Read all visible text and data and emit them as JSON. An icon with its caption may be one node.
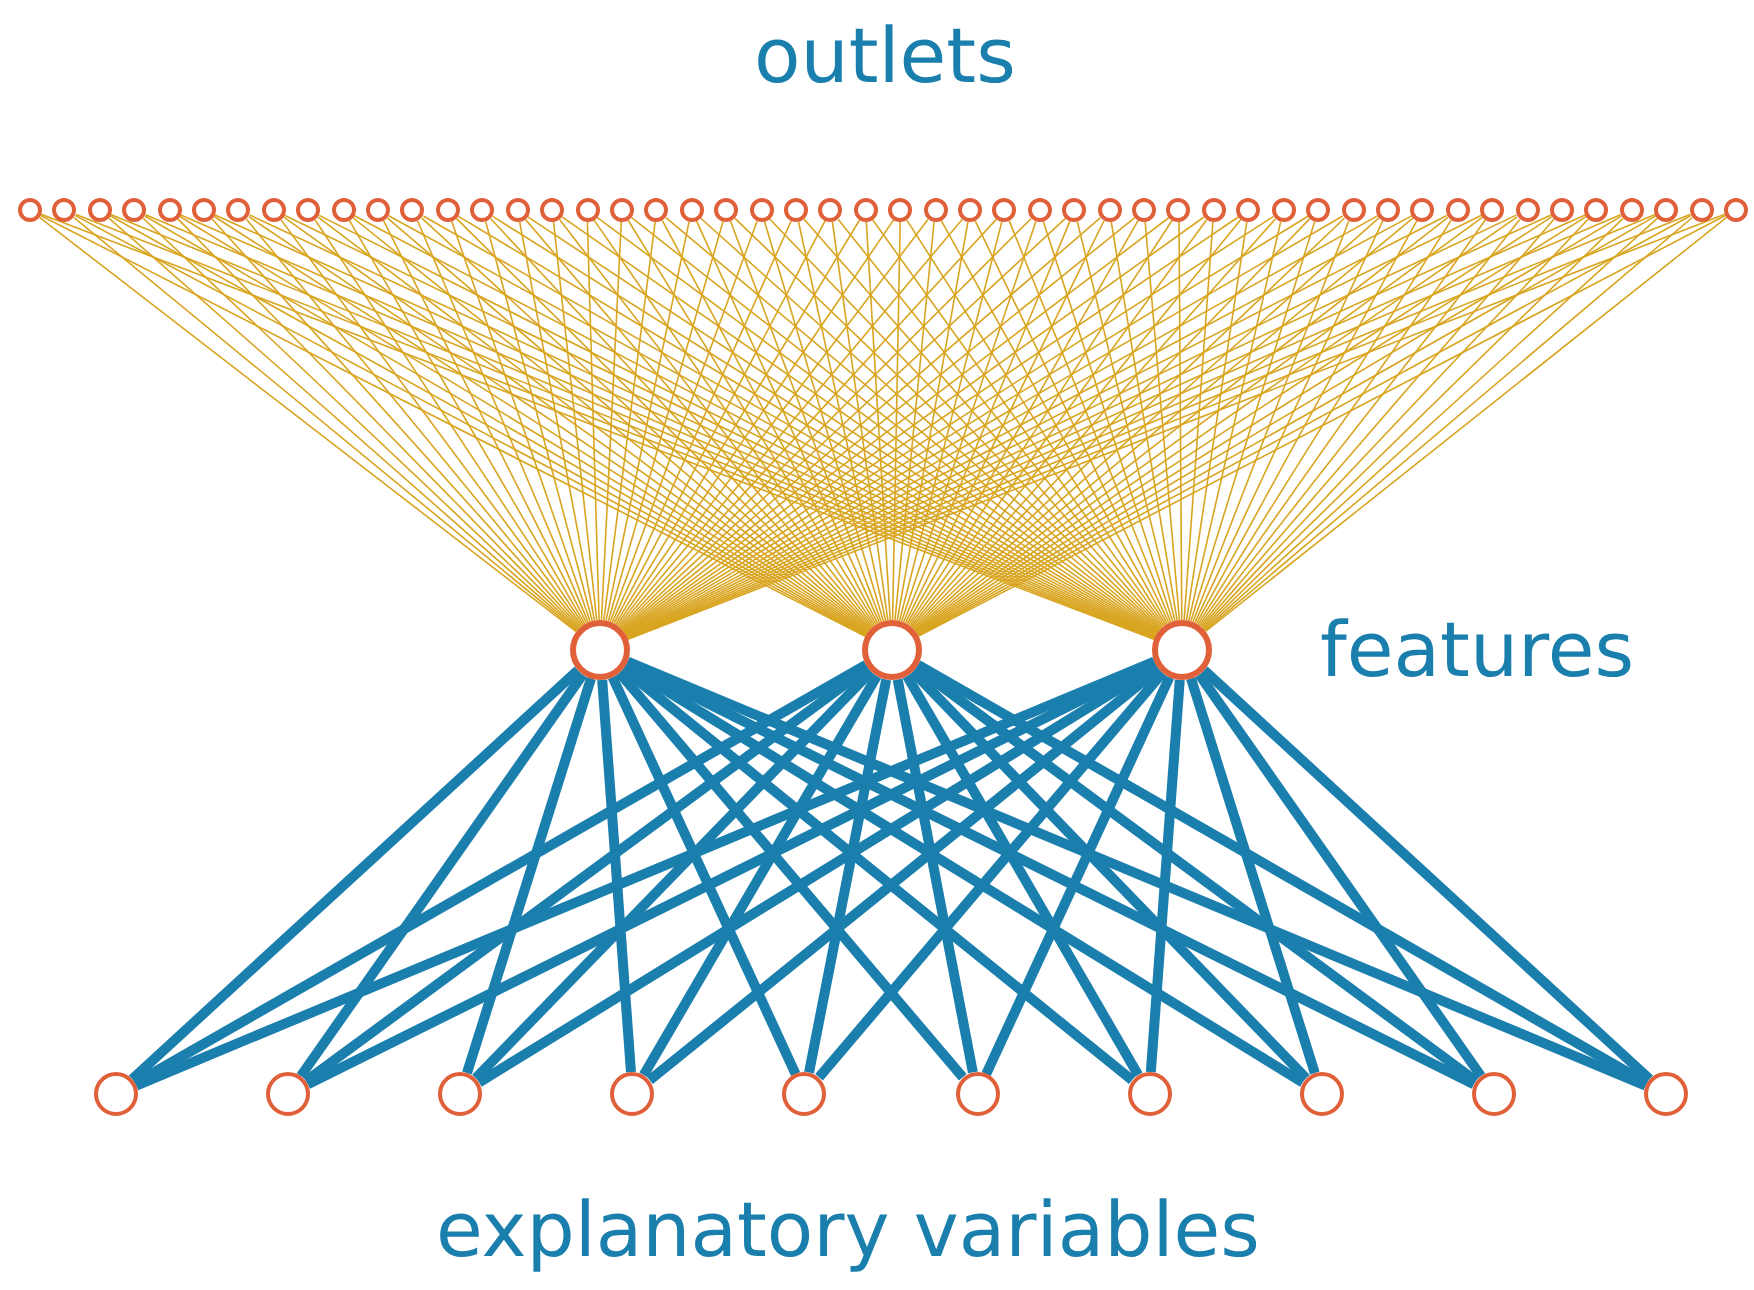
{
  "diagram": {
    "nodes": [
      {
        "text": [],
        "shape": "circle"
      },
      {
        "text": [],
        "shape": "circle"
      },
      {
        "text": [],
        "shape": "circle"
      },
      {
        "text": [],
        "shape": "circle"
      },
      {
        "text": [],
        "shape": "circle"
      },
      {
        "text": [],
        "shape": "circle"
      },
      {
        "text": [],
        "shape": "circle"
      },
      {
        "text": [],
        "shape": "circle"
      },
      {
        "text": [],
        "shape": "circle"
      },
      {
        "text": [],
        "shape": "circle"
      },
      {
        "text": [],
        "shape": "circle"
      },
      {
        "text": [],
        "shape": "circle"
      },
      {
        "text": [],
        "shape": "circle"
      },
      {
        "text": [],
        "shape": "circle"
      },
      {
        "text": [],
        "shape": "circle"
      },
      {
        "text": [],
        "shape": "circle"
      },
      {
        "text": [],
        "shape": "circle"
      },
      {
        "text": [],
        "shape": "circle"
      },
      {
        "text": [],
        "shape": "circle"
      },
      {
        "text": [],
        "shape": "circle"
      },
      {
        "text": [],
        "shape": "circle"
      },
      {
        "text": [],
        "shape": "circle"
      },
      {
        "text": [],
        "shape": "circle"
      },
      {
        "text": [],
        "shape": "circle"
      },
      {
        "text": [],
        "shape": "circle"
      },
      {
        "text": [],
        "shape": "circle"
      },
      {
        "text": [],
        "shape": "circle"
      },
      {
        "text": [],
        "shape": "circle"
      },
      {
        "text": [],
        "shape": "circle"
      },
      {
        "text": [],
        "shape": "circle"
      },
      {
        "text": [],
        "shape": "circle"
      },
      {
        "text": [],
        "shape": "circle"
      },
      {
        "text": [],
        "shape": "circle"
      },
      {
        "text": [],
        "shape": "circle"
      },
      {
        "text": [],
        "shape": "circle"
      },
      {
        "text": [],
        "shape": "circle"
      },
      {
        "text": [],
        "shape": "circle"
      },
      {
        "text": [],
        "shape": "circle"
      },
      {
        "text": [],
        "shape": "circle"
      },
      {
        "text": [],
        "shape": "circle"
      },
      {
        "text": [],
        "shape": "circle"
      },
      {
        "text": [],
        "shape": "circle"
      },
      {
        "text": [],
        "shape": "circle"
      },
      {
        "text": [],
        "shape": "circle"
      },
      {
        "text": [],
        "shape": "circle"
      },
      {
        "text": [],
        "shape": "circle"
      },
      {
        "text": [],
        "shape": "circle"
      },
      {
        "text": [],
        "shape": "circle"
      },
      {
        "text": [],
        "shape": "circle"
      },
      {
        "text": [],
        "shape": "circle"
      },
      {
        "text": [],
        "shape": "circle"
      },
      {
        "text": [],
        "shape": "circle"
      },
      {
        "text": [],
        "shape": "circle"
      },
      {
        "text": [],
        "shape": "circle"
      },
      {
        "text": [],
        "shape": "circle"
      },
      {
        "text": [],
        "shape": "circle"
      },
      {
        "text": [],
        "shape": "circle"
      },
      {
        "text": [],
        "shape": "circle"
      },
      {
        "text": [],
        "shape": "circle"
      },
      {
        "text": [],
        "shape": "circle"
      },
      {
        "text": [],
        "shape": "circle"
      },
      {
        "text": [],
        "shape": "circle"
      },
      {
        "text": [],
        "shape": "circle"
      }
    ],
    "edges": [
      {
        "from": 50,
        "to": 0,
        "arrow": "none"
      },
      {
        "from": 50,
        "to": 1,
        "arrow": "none"
      },
      {
        "from": 50,
        "to": 2,
        "arrow": "none"
      },
      {
        "from": 50,
        "to": 3,
        "arrow": "none"
      },
      {
        "from": 50,
        "to": 4,
        "arrow": "none"
      },
      {
        "from": 50,
        "to": 5,
        "arrow": "none"
      },
      {
        "from": 50,
        "to": 6,
        "arrow": "none"
      },
      {
        "from": 50,
        "to": 7,
        "arrow": "none"
      },
      {
        "from": 50,
        "to": 8,
        "arrow": "none"
      },
      {
        "from": 50,
        "to": 9,
        "arrow": "none"
      },
      {
        "from": 50,
        "to": 10,
        "arrow": "none"
      },
      {
        "from": 50,
        "to": 11,
        "arrow": "none"
      },
      {
        "from": 50,
        "to": 12,
        "arrow": "none"
      },
      {
        "from": 50,
        "to": 13,
        "arrow": "none"
      },
      {
        "from": 50,
        "to": 14,
        "arrow": "none"
      },
      {
        "from": 50,
        "to": 15,
        "arrow": "none"
      },
      {
        "from": 50,
        "to": 16,
        "arrow": "none"
      },
      {
        "from": 50,
        "to": 17,
        "arrow": "none"
      },
      {
        "from": 50,
        "to": 18,
        "arrow": "none"
      },
      {
        "from": 50,
        "to": 19,
        "arrow": "none"
      },
      {
        "from": 50,
        "to": 20,
        "arrow": "none"
      },
      {
        "from": 50,
        "to": 21,
        "arrow": "none"
      },
      {
        "from": 50,
        "to": 22,
        "arrow": "none"
      },
      {
        "from": 50,
        "to": 23,
        "arrow": "none"
      },
      {
        "from": 50,
        "to": 24,
        "arrow": "none"
      },
      {
        "from": 50,
        "to": 25,
        "arrow": "none"
      },
      {
        "from": 50,
        "to": 26,
        "arrow": "none"
      },
      {
        "from": 50,
        "to": 27,
        "arrow": "none"
      },
      {
        "from": 50,
        "to": 28,
        "arrow": "none"
      },
      {
        "from": 50,
        "to": 29,
        "arrow": "none"
      },
      {
        "from": 50,
        "to": 30,
        "arrow": "none"
      },
      {
        "from": 50,
        "to": 31,
        "arrow": "none"
      },
      {
        "from": 50,
        "to": 32,
        "arrow": "none"
      },
      {
        "from": 50,
        "to": 33,
        "arrow": "none"
      },
      {
        "from": 50,
        "to": 34,
        "arrow": "none"
      },
      {
        "from": 50,
        "to": 35,
        "arrow": "none"
      },
      {
        "from": 50,
        "to": 36,
        "arrow": "none"
      },
      {
        "from": 50,
        "to": 37,
        "arrow": "none"
      },
      {
        "from": 50,
        "to": 38,
        "arrow": "none"
      },
      {
        "from": 50,
        "to": 39,
        "arrow": "none"
      },
      {
        "from": 50,
        "to": 40,
        "arrow": "none"
      },
      {
        "from": 50,
        "to": 41,
        "arrow": "none"
      },
      {
        "from": 50,
        "to": 42,
        "arrow": "none"
      },
      {
        "from": 50,
        "to": 43,
        "arrow": "none"
      },
      {
        "from": 50,
        "to": 44,
        "arrow": "none"
      },
      {
        "from": 50,
        "to": 45,
        "arrow": "none"
      },
      {
        "from": 50,
        "to": 46,
        "arrow": "none"
      },
      {
        "from": 50,
        "to": 47,
        "arrow": "none"
      },
      {
        "from": 50,
        "to": 48,
        "arrow": "none"
      },
      {
        "from": 50,
        "to": 49,
        "arrow": "none"
      },
      {
        "from": 51,
        "to": 0,
        "arrow": "none"
      },
      {
        "from": 51,
        "to": 1,
        "arrow": "none"
      },
      {
        "from": 51,
        "to": 2,
        "arrow": "none"
      },
      {
        "from": 51,
        "to": 3,
        "arrow": "none"
      },
      {
        "from": 51,
        "to": 4,
        "arrow": "none"
      },
      {
        "from": 51,
        "to": 5,
        "arrow": "none"
      },
      {
        "from": 51,
        "to": 6,
        "arrow": "none"
      },
      {
        "from": 51,
        "to": 7,
        "arrow": "none"
      },
      {
        "from": 51,
        "to": 8,
        "arrow": "none"
      },
      {
        "from": 51,
        "to": 9,
        "arrow": "none"
      },
      {
        "from": 51,
        "to": 10,
        "arrow": "none"
      },
      {
        "from": 51,
        "to": 11,
        "arrow": "none"
      },
      {
        "from": 51,
        "to": 12,
        "arrow": "none"
      },
      {
        "from": 51,
        "to": 13,
        "arrow": "none"
      },
      {
        "from": 51,
        "to": 14,
        "arrow": "none"
      },
      {
        "from": 51,
        "to": 15,
        "arrow": "none"
      },
      {
        "from": 51,
        "to": 16,
        "arrow": "none"
      },
      {
        "from": 51,
        "to": 17,
        "arrow": "none"
      },
      {
        "from": 51,
        "to": 18,
        "arrow": "none"
      },
      {
        "from": 51,
        "to": 19,
        "arrow": "none"
      },
      {
        "from": 51,
        "to": 20,
        "arrow": "none"
      },
      {
        "from": 51,
        "to": 21,
        "arrow": "none"
      },
      {
        "from": 51,
        "to": 22,
        "arrow": "none"
      },
      {
        "from": 51,
        "to": 23,
        "arrow": "none"
      },
      {
        "from": 51,
        "to": 24,
        "arrow": "none"
      },
      {
        "from": 51,
        "to": 25,
        "arrow": "none"
      },
      {
        "from": 51,
        "to": 26,
        "arrow": "none"
      },
      {
        "from": 51,
        "to": 27,
        "arrow": "none"
      },
      {
        "from": 51,
        "to": 28,
        "arrow": "none"
      },
      {
        "from": 51,
        "to": 29,
        "arrow": "none"
      },
      {
        "from": 51,
        "to": 30,
        "arrow": "none"
      },
      {
        "from": 51,
        "to": 31,
        "arrow": "none"
      },
      {
        "from": 51,
        "to": 32,
        "arrow": "none"
      },
      {
        "from": 51,
        "to": 33,
        "arrow": "none"
      },
      {
        "from": 51,
        "to": 34,
        "arrow": "none"
      },
      {
        "from": 51,
        "to": 35,
        "arrow": "none"
      },
      {
        "from": 51,
        "to": 36,
        "arrow": "none"
      },
      {
        "from": 51,
        "to": 37,
        "arrow": "none"
      },
      {
        "from": 51,
        "to": 38,
        "arrow": "none"
      },
      {
        "from": 51,
        "to": 39,
        "arrow": "none"
      },
      {
        "from": 51,
        "to": 40,
        "arrow": "none"
      },
      {
        "from": 51,
        "to": 41,
        "arrow": "none"
      },
      {
        "from": 51,
        "to": 42,
        "arrow": "none"
      },
      {
        "from": 51,
        "to": 43,
        "arrow": "none"
      },
      {
        "from": 51,
        "to": 44,
        "arrow": "none"
      },
      {
        "from": 51,
        "to": 45,
        "arrow": "none"
      },
      {
        "from": 51,
        "to": 46,
        "arrow": "none"
      },
      {
        "from": 51,
        "to": 47,
        "arrow": "none"
      },
      {
        "from": 51,
        "to": 48,
        "arrow": "none"
      },
      {
        "from": 51,
        "to": 49,
        "arrow": "none"
      },
      {
        "from": 52,
        "to": 0,
        "arrow": "none"
      },
      {
        "from": 52,
        "to": 1,
        "arrow": "none"
      },
      {
        "from": 52,
        "to": 2,
        "arrow": "none"
      },
      {
        "from": 52,
        "to": 3,
        "arrow": "none"
      },
      {
        "from": 52,
        "to": 4,
        "arrow": "none"
      },
      {
        "from": 52,
        "to": 5,
        "arrow": "none"
      },
      {
        "from": 52,
        "to": 6,
        "arrow": "none"
      },
      {
        "from": 52,
        "to": 7,
        "arrow": "none"
      },
      {
        "from": 52,
        "to": 8,
        "arrow": "none"
      },
      {
        "from": 52,
        "to": 9,
        "arrow": "none"
      },
      {
        "from": 52,
        "to": 10,
        "arrow": "none"
      },
      {
        "from": 52,
        "to": 11,
        "arrow": "none"
      },
      {
        "from": 52,
        "to": 12,
        "arrow": "none"
      },
      {
        "from": 52,
        "to": 13,
        "arrow": "none"
      },
      {
        "from": 52,
        "to": 14,
        "arrow": "none"
      },
      {
        "from": 52,
        "to": 15,
        "arrow": "none"
      },
      {
        "from": 52,
        "to": 16,
        "arrow": "none"
      },
      {
        "from": 52,
        "to": 17,
        "arrow": "none"
      },
      {
        "from": 52,
        "to": 18,
        "arrow": "none"
      },
      {
        "from": 52,
        "to": 19,
        "arrow": "none"
      },
      {
        "from": 52,
        "to": 20,
        "arrow": "none"
      },
      {
        "from": 52,
        "to": 21,
        "arrow": "none"
      },
      {
        "from": 52,
        "to": 22,
        "arrow": "none"
      },
      {
        "from": 52,
        "to": 23,
        "arrow": "none"
      },
      {
        "from": 52,
        "to": 24,
        "arrow": "none"
      },
      {
        "from": 52,
        "to": 25,
        "arrow": "none"
      },
      {
        "from": 52,
        "to": 26,
        "arrow": "none"
      },
      {
        "from": 52,
        "to": 27,
        "arrow": "none"
      },
      {
        "from": 52,
        "to": 28,
        "arrow": "none"
      },
      {
        "from": 52,
        "to": 29,
        "arrow": "none"
      },
      {
        "from": 52,
        "to": 30,
        "arrow": "none"
      },
      {
        "from": 52,
        "to": 31,
        "arrow": "none"
      },
      {
        "from": 52,
        "to": 32,
        "arrow": "none"
      },
      {
        "from": 52,
        "to": 33,
        "arrow": "none"
      },
      {
        "from": 52,
        "to": 34,
        "arrow": "none"
      },
      {
        "from": 52,
        "to": 35,
        "arrow": "none"
      },
      {
        "from": 52,
        "to": 36,
        "arrow": "none"
      },
      {
        "from": 52,
        "to": 37,
        "arrow": "none"
      },
      {
        "from": 52,
        "to": 38,
        "arrow": "none"
      },
      {
        "from": 52,
        "to": 39,
        "arrow": "none"
      },
      {
        "from": 52,
        "to": 40,
        "arrow": "none"
      },
      {
        "from": 52,
        "to": 41,
        "arrow": "none"
      },
      {
        "from": 52,
        "to": 42,
        "arrow": "none"
      },
      {
        "from": 52,
        "to": 43,
        "arrow": "none"
      },
      {
        "from": 52,
        "to": 44,
        "arrow": "none"
      },
      {
        "from": 52,
        "to": 45,
        "arrow": "none"
      },
      {
        "from": 52,
        "to": 46,
        "arrow": "none"
      },
      {
        "from": 52,
        "to": 47,
        "arrow": "none"
      },
      {
        "from": 52,
        "to": 48,
        "arrow": "none"
      },
      {
        "from": 52,
        "to": 49,
        "arrow": "none"
      },
      {
        "from": 53,
        "to": 50,
        "arrow": "none",
        "style": "thick",
        "color": "#1b7fae"
      },
      {
        "from": 53,
        "to": 51,
        "arrow": "none",
        "style": "thick",
        "color": "#1b7fae"
      },
      {
        "from": 53,
        "to": 52,
        "arrow": "none",
        "style": "thick",
        "color": "#1b7fae"
      },
      {
        "from": 54,
        "to": 50,
        "arrow": "none",
        "style": "thick",
        "color": "#1b7fae"
      },
      {
        "from": 54,
        "to": 51,
        "arrow": "none",
        "style": "thick",
        "color": "#1b7fae"
      },
      {
        "from": 54,
        "to": 52,
        "arrow": "none",
        "style": "thick",
        "color": "#1b7fae"
      },
      {
        "from": 55,
        "to": 50,
        "arrow": "none",
        "style": "thick",
        "color": "#1b7fae"
      },
      {
        "from": 55,
        "to": 51,
        "arrow": "none",
        "style": "thick",
        "color": "#1b7fae"
      },
      {
        "from": 55,
        "to": 52,
        "arrow": "none",
        "style": "thick",
        "color": "#1b7fae"
      },
      {
        "from": 56,
        "to": 50,
        "arrow": "none",
        "style": "thick",
        "color": "#1b7fae"
      },
      {
        "from": 56,
        "to": 51,
        "arrow": "none",
        "style": "thick",
        "color": "#1b7fae"
      },
      {
        "from": 56,
        "to": 52,
        "arrow": "none",
        "style": "thick",
        "color": "#1b7fae"
      },
      {
        "from": 57,
        "to": 50,
        "arrow": "none",
        "style": "thick",
        "color": "#1b7fae"
      },
      {
        "from": 57,
        "to": 51,
        "arrow": "none",
        "style": "thick",
        "color": "#1b7fae"
      },
      {
        "from": 57,
        "to": 52,
        "arrow": "none",
        "style": "thick",
        "color": "#1b7fae"
      },
      {
        "from": 58,
        "to": 50,
        "arrow": "none",
        "style": "thick",
        "color": "#1b7fae"
      },
      {
        "from": 58,
        "to": 51,
        "arrow": "none",
        "style": "thick",
        "color": "#1b7fae"
      },
      {
        "from": 58,
        "to": 52,
        "arrow": "none",
        "style": "thick",
        "color": "#1b7fae"
      },
      {
        "from": 59,
        "to": 50,
        "arrow": "none",
        "style": "thick",
        "color": "#1b7fae"
      },
      {
        "from": 59,
        "to": 51,
        "arrow": "none",
        "style": "thick",
        "color": "#1b7fae"
      },
      {
        "from": 59,
        "to": 52,
        "arrow": "none",
        "style": "thick",
        "color": "#1b7fae"
      },
      {
        "from": 60,
        "to": 50,
        "arrow": "none",
        "style": "thick",
        "color": "#1b7fae"
      },
      {
        "from": 60,
        "to": 51,
        "arrow": "none",
        "style": "thick",
        "color": "#1b7fae"
      },
      {
        "from": 60,
        "to": 52,
        "arrow": "none",
        "style": "thick",
        "color": "#1b7fae"
      },
      {
        "from": 61,
        "to": 50,
        "arrow": "none",
        "style": "thick",
        "color": "#1b7fae"
      },
      {
        "from": 61,
        "to": 51,
        "arrow": "none",
        "style": "thick",
        "color": "#1b7fae"
      },
      {
        "from": 61,
        "to": 52,
        "arrow": "none",
        "style": "thick",
        "color": "#1b7fae"
      },
      {
        "from": 62,
        "to": 50,
        "arrow": "none",
        "style": "thick",
        "color": "#1b7fae"
      },
      {
        "from": 62,
        "to": 51,
        "arrow": "none",
        "style": "thick",
        "color": "#1b7fae"
      },
      {
        "from": 62,
        "to": 52,
        "arrow": "none",
        "style": "thick",
        "color": "#1b7fae"
      }
    ],
    "labels": [
      "outlets",
      "features",
      "explanatory variables"
    ]
  }
}
